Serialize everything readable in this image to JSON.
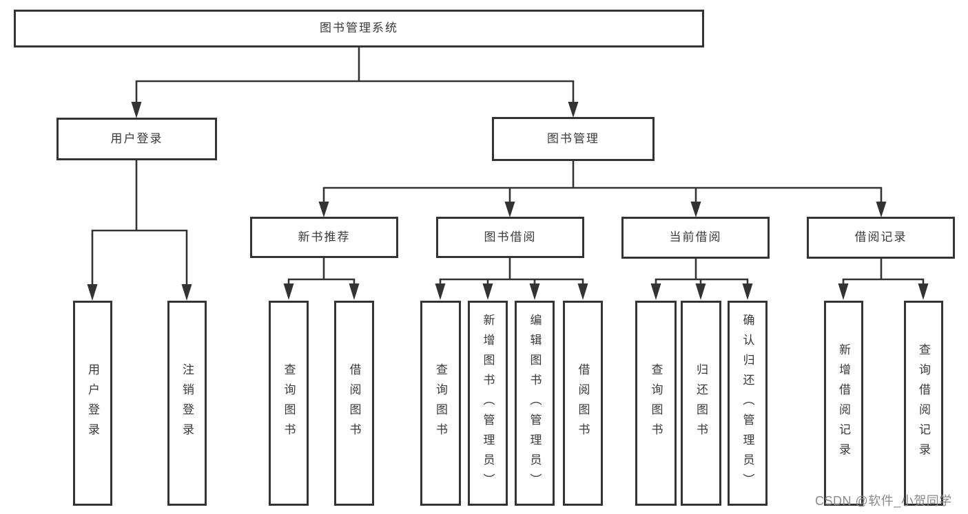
{
  "root": {
    "label": "图书管理系统"
  },
  "level2": {
    "user_login": {
      "label": "用户登录"
    },
    "book_mgmt": {
      "label": "图书管理"
    }
  },
  "level3": {
    "new_book_rec": {
      "label": "新书推荐"
    },
    "book_borrow": {
      "label": "图书借阅"
    },
    "current_borrow": {
      "label": "当前借阅"
    },
    "borrow_record": {
      "label": "借阅记录"
    }
  },
  "level4": {
    "user_login": [
      "用户登录",
      "注销登录"
    ],
    "new_book_rec": [
      "查询图书",
      "借阅图书"
    ],
    "book_borrow": [
      "查询图书",
      "新增图书（管理员）",
      "编辑图书（管理员）",
      "借阅图书"
    ],
    "current_borrow": [
      "查询图书",
      "归还图书",
      "确认归还（管理员）"
    ],
    "borrow_record": [
      "新增借阅记录",
      "查询借阅记录"
    ]
  },
  "watermark": {
    "text": "CSDN @软件_小贺同学"
  },
  "colors": {
    "line": "#333333",
    "border": "#333333",
    "text": "#3a3a3a",
    "background": "#ffffff",
    "watermark": "#8a8a8a"
  }
}
